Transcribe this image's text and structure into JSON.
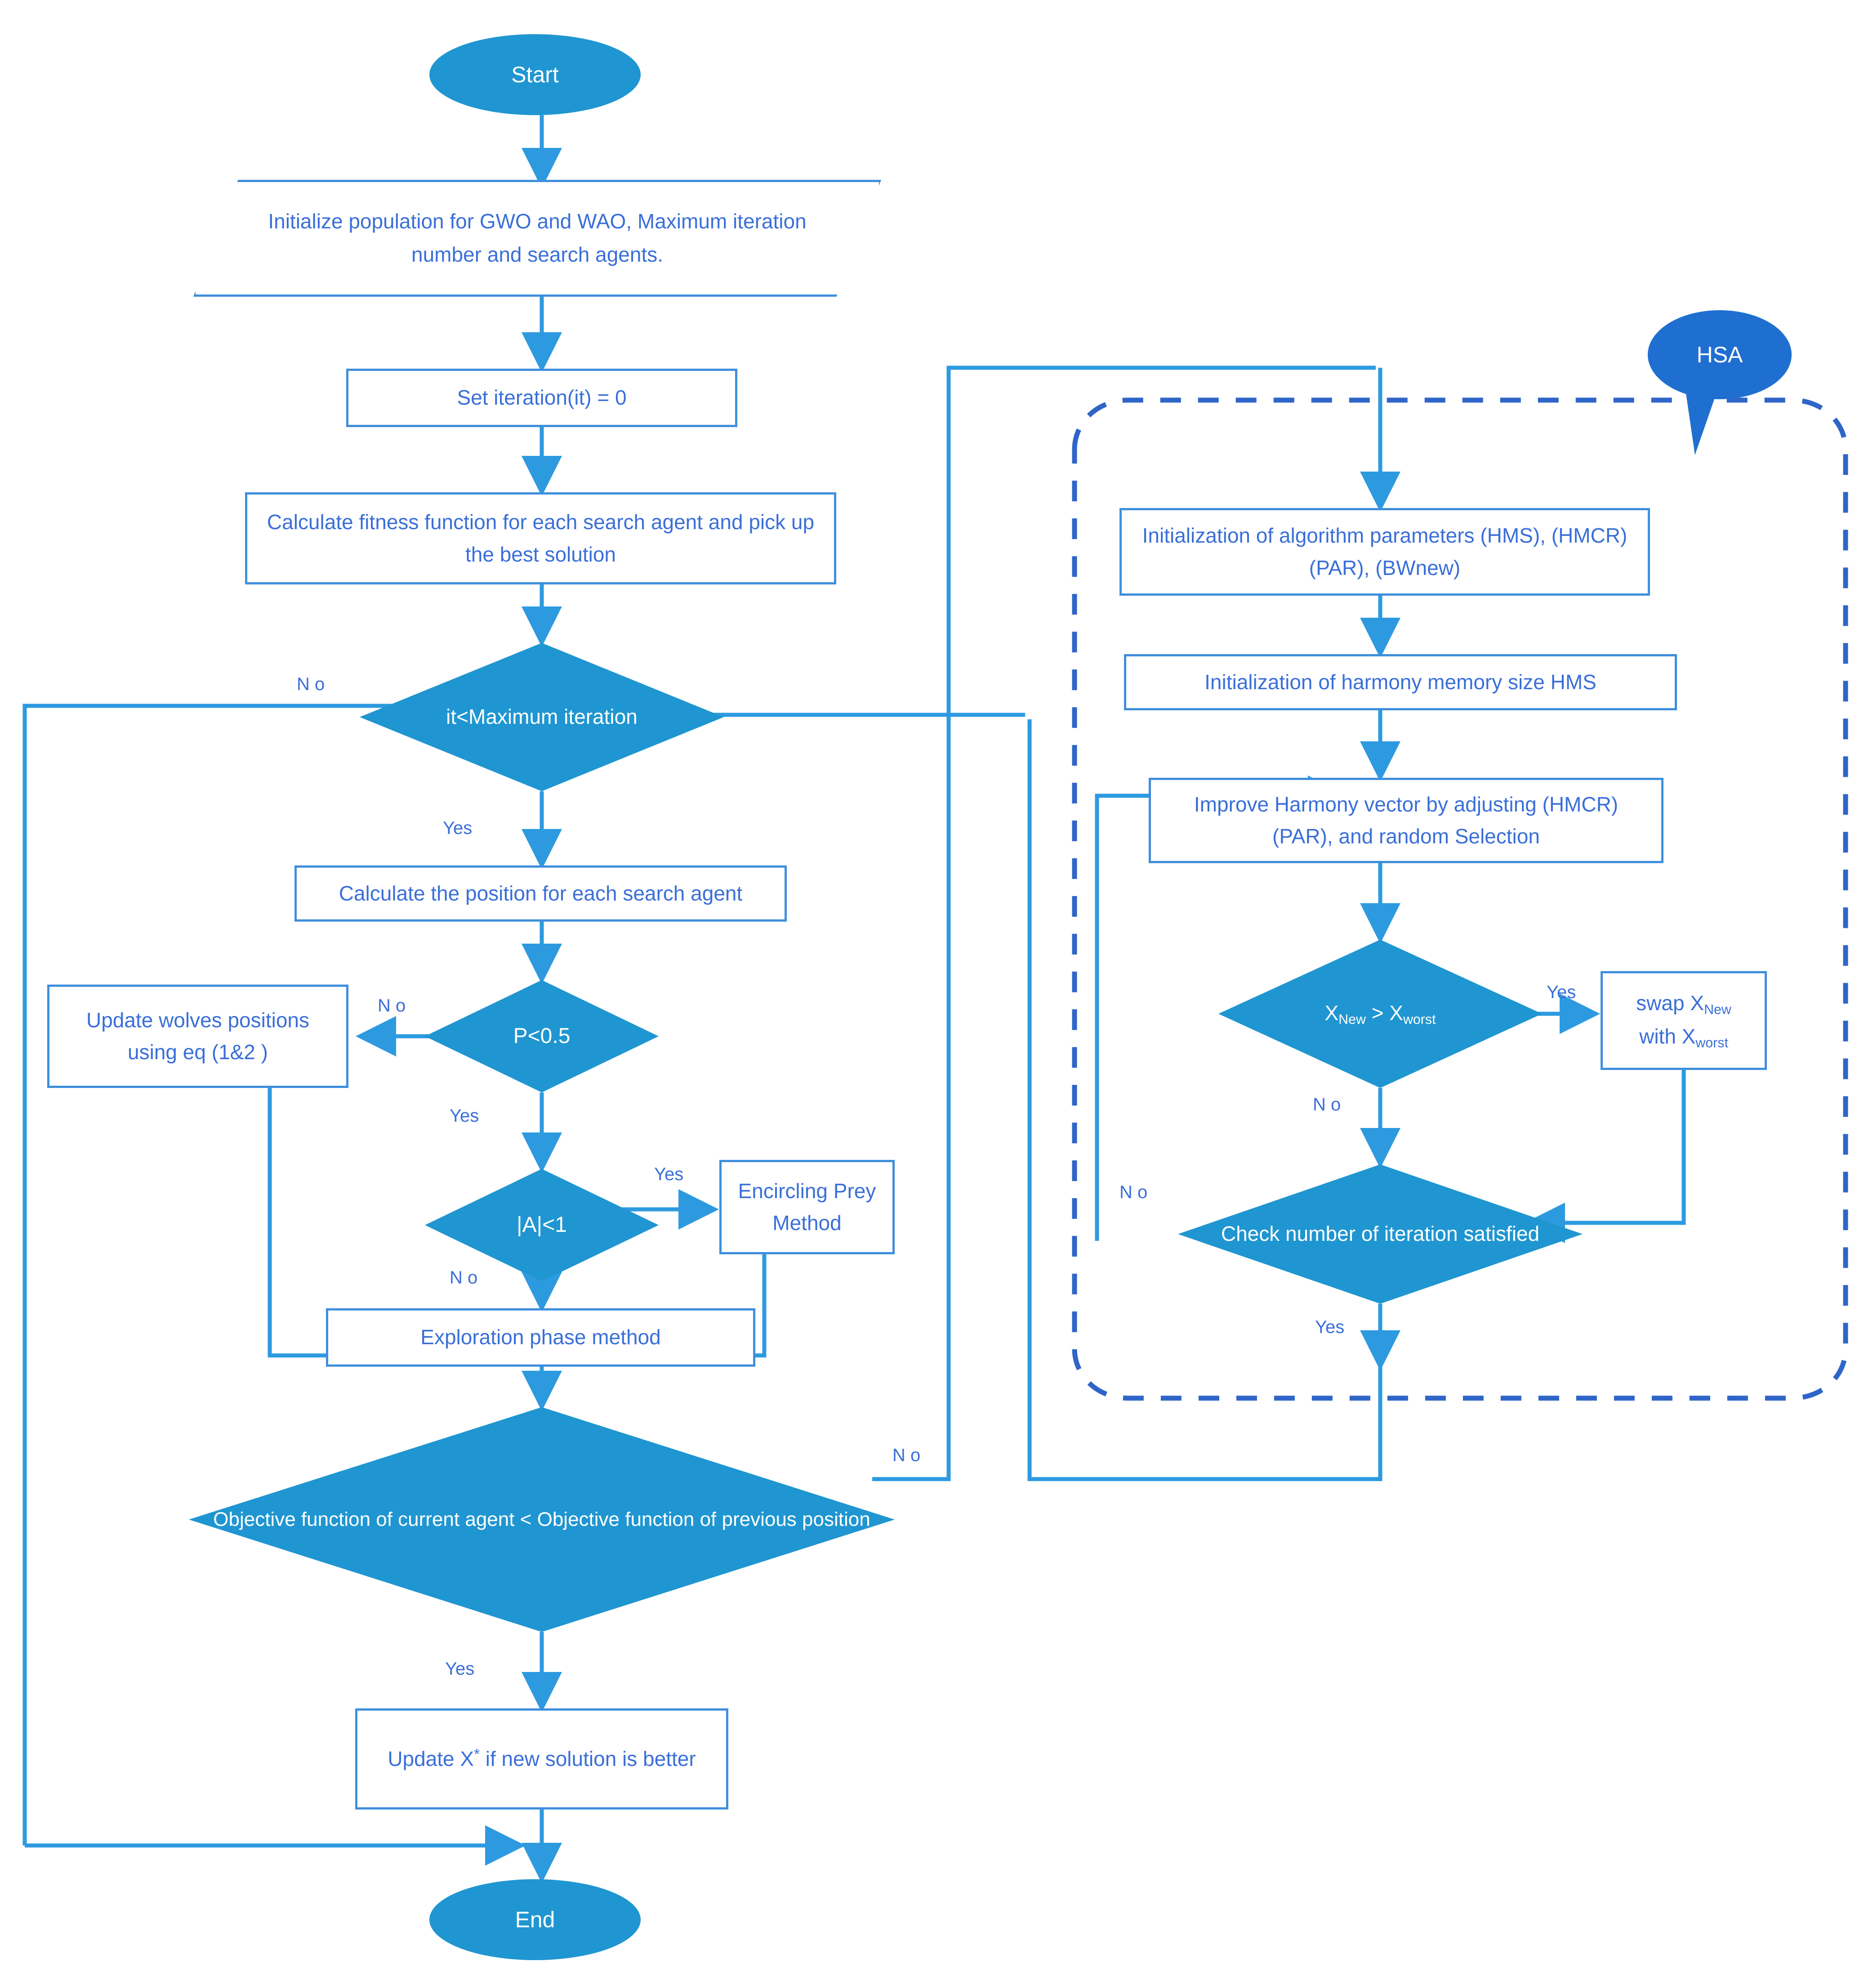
{
  "diagram": {
    "title": "Hybrid GWO-WAO with HSA flowchart",
    "accent_fill": "#1f96d1",
    "accent_border": "#3f8fdc",
    "text_blue": "#3a6fd8",
    "callout_fill": "#1f6fd0"
  },
  "nodes": {
    "start": "Start",
    "init_population": "Initialize population for GWO and WAO, Maximum iteration number and search agents.",
    "set_iteration": "Set iteration(it) = 0",
    "calc_fitness": "Calculate fitness function for each search agent and pick up the best solution",
    "it_max": "it<Maximum iteration",
    "calc_position": "Calculate the position for each search agent",
    "p_lt": "P<0.5",
    "update_wolves": "Update wolves positions using eq (1&2 )",
    "a_lt1": "|A|<1",
    "encircling": "Encircling Prey Method",
    "exploration": "Exploration phase method",
    "objective": "Objective function of current agent < Objective function of previous position",
    "update_best_prefix": "Update  X",
    "update_best_star": "*",
    "update_best_suffix": " if new solution is better",
    "end": "End",
    "hsa_callout": "HSA",
    "hsa_init_params": "Initialization of algorithm parameters (HMS), (HMCR) (PAR), (BWnew)",
    "hsa_init_hms": "Initialization of harmony memory size HMS",
    "hsa_improve": "Improve Harmony vector by adjusting (HMCR) (PAR), and random Selection",
    "hsa_compare_x": "X",
    "hsa_compare_new": "New",
    "hsa_compare_gt": " > X",
    "hsa_compare_worst": "worst",
    "hsa_swap_a": "swap X",
    "hsa_swap_a_sub": "New",
    "hsa_swap_b": "with X",
    "hsa_swap_b_sub": "worst",
    "hsa_check_iter": "Check number of iteration satisfied"
  },
  "edge_labels": {
    "it_max_no": "N o",
    "it_max_yes": "Yes",
    "p_no": "N o",
    "p_yes": "Yes",
    "a_yes": "Yes",
    "a_no": "N o",
    "objective_no": "N o",
    "objective_yes": "Yes",
    "hsa_swap_yes": "Yes",
    "hsa_swap_no": "N o",
    "hsa_check_no": "N o",
    "hsa_check_yes": "Yes"
  }
}
